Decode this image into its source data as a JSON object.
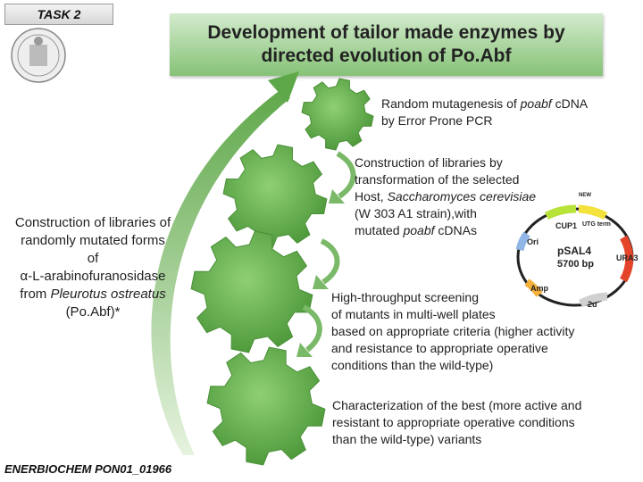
{
  "task_label": "TASK 2",
  "title": "Development of tailor made enzymes by directed evolution of Po.Abf",
  "left_text": {
    "line1": "Construction of libraries of",
    "line2": "randomly mutated forms",
    "line3": "of",
    "line4": "α-L-arabinofuranosidase",
    "line5_prefix": "from ",
    "line5_italic": "Pleurotus ostreatus",
    "line6": "(Po.Abf)*"
  },
  "steps": [
    {
      "pre": "Random mutagenesis of ",
      "ital": "poabf",
      "post": " cDNA",
      "line2": "by Error Prone PCR"
    },
    {
      "line1": "Construction of libraries by",
      "line2": "transformation of the selected",
      "line3_pre": "Host, ",
      "line3_ital": "Saccharomyces cerevisiae",
      "line4": "(W 303 A1 strain),with",
      "line5_pre": "mutated ",
      "line5_ital": "poabf",
      "line5_post": " cDNAs"
    },
    {
      "line1": "High-throughput screening",
      "line2": "of mutants in multi-well plates",
      "line3": "based on appropriate criteria (higher activity",
      "line4": "and resistance to appropriate operative",
      "line5": "conditions than the wild-type)"
    },
    {
      "line1": "Characterization of the best (more active and",
      "line2": "resistant to appropriate operative conditions",
      "line3": "than the wild-type) variants"
    }
  ],
  "plasmid": {
    "name": "pSAL4",
    "size": "5700 bp",
    "labels": [
      "CUP1",
      "UTG term",
      "Ori",
      "URA3",
      "Amp",
      "2u",
      "NEW"
    ]
  },
  "footer": "ENERBIOCHEM PON01_01966",
  "colors": {
    "gear": "#5fa84a",
    "gear_light": "#8fcf74",
    "title_bg": "#9ccd8e",
    "arrow": "#6aaa58"
  }
}
